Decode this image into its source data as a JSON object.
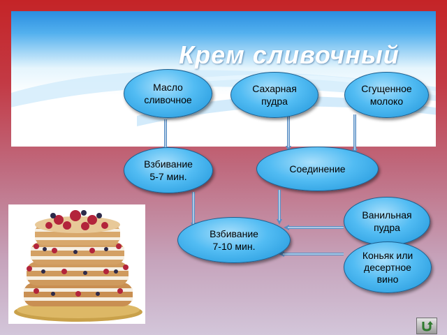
{
  "title": "Крем  сливочный",
  "nodes": {
    "butter": "Масло\nсливочное",
    "sugar": "Сахарная\nпудра",
    "milk": "Сгущенное\nмолоко",
    "whip1": "Взбивание\n5-7 мин.",
    "combine": "Соединение",
    "vanilla": "Ванильная\nпудра",
    "whip2": "Взбивание\n7-10 мин.",
    "cognac": "Коньяк или\nдесертное\nвино"
  },
  "colors": {
    "node": "#52bcf3",
    "arrow": "#5a8ec4",
    "accent": "#c42427"
  },
  "icons": {
    "return": "return-arrow-icon"
  }
}
